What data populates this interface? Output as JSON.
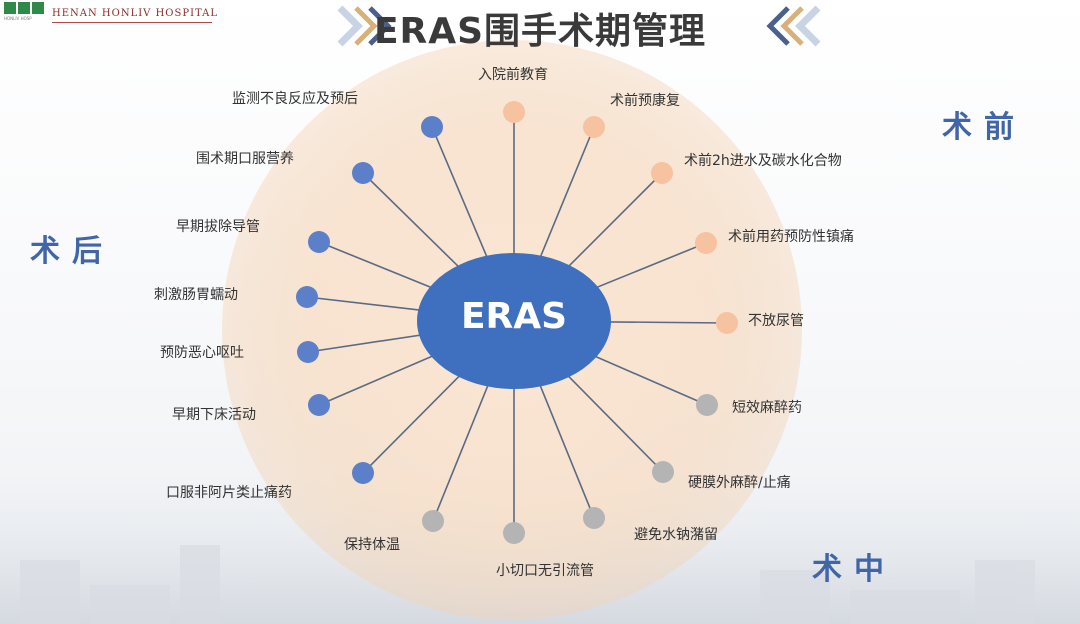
{
  "header": {
    "logo_text": "HENAN HONLIV HOSPITAL",
    "logo_sub": "HONLIV HOSP",
    "title": "ERAS围手术期管理"
  },
  "phases": {
    "pre": "术前",
    "post": "术后",
    "intra": "术中"
  },
  "hub": {
    "label": "ERAS"
  },
  "colors": {
    "pre": "#f6c29f",
    "post": "#5b7fc8",
    "intra": "#b4b4b4",
    "hub": "#3f6fbf",
    "phase_text": "#4066a8",
    "title_text": "#3a3a3a",
    "spoke": "#5a6a85",
    "chevron": "#c9d3e6",
    "chevron_accent": "#d8b07a"
  },
  "nodes": [
    {
      "id": "preop-education",
      "phase": "pre",
      "label": "入院前教育"
    },
    {
      "id": "preop-rehab",
      "phase": "pre",
      "label": "术前预康复"
    },
    {
      "id": "preop-2h-fluids",
      "phase": "pre",
      "label": "术前2h进水及碳水化合物"
    },
    {
      "id": "preop-analgesia",
      "phase": "pre",
      "label": "术前用药预防性镇痛"
    },
    {
      "id": "no-catheter",
      "phase": "pre",
      "label": "不放尿管"
    },
    {
      "id": "short-anesthetic",
      "phase": "intra",
      "label": "短效麻醉药"
    },
    {
      "id": "epidural",
      "phase": "intra",
      "label": "硬膜外麻醉/止痛"
    },
    {
      "id": "avoid-sodium",
      "phase": "intra",
      "label": "避免水钠潴留"
    },
    {
      "id": "small-incision",
      "phase": "intra",
      "label": "小切口无引流管"
    },
    {
      "id": "keep-warm",
      "phase": "intra",
      "label": "保持体温"
    },
    {
      "id": "oral-nonopioid",
      "phase": "post",
      "label": "口服非阿片类止痛药"
    },
    {
      "id": "early-ambulation",
      "phase": "post",
      "label": "早期下床活动"
    },
    {
      "id": "prevent-nausea",
      "phase": "post",
      "label": "预防恶心呕吐"
    },
    {
      "id": "stimulate-gut",
      "phase": "post",
      "label": "刺激肠胃蠕动"
    },
    {
      "id": "early-tube-removal",
      "phase": "post",
      "label": "早期拔除导管"
    },
    {
      "id": "oral-nutrition",
      "phase": "post",
      "label": "围术期口服营养"
    },
    {
      "id": "monitor-adverse",
      "phase": "post",
      "label": "监测不良反应及预后"
    }
  ]
}
